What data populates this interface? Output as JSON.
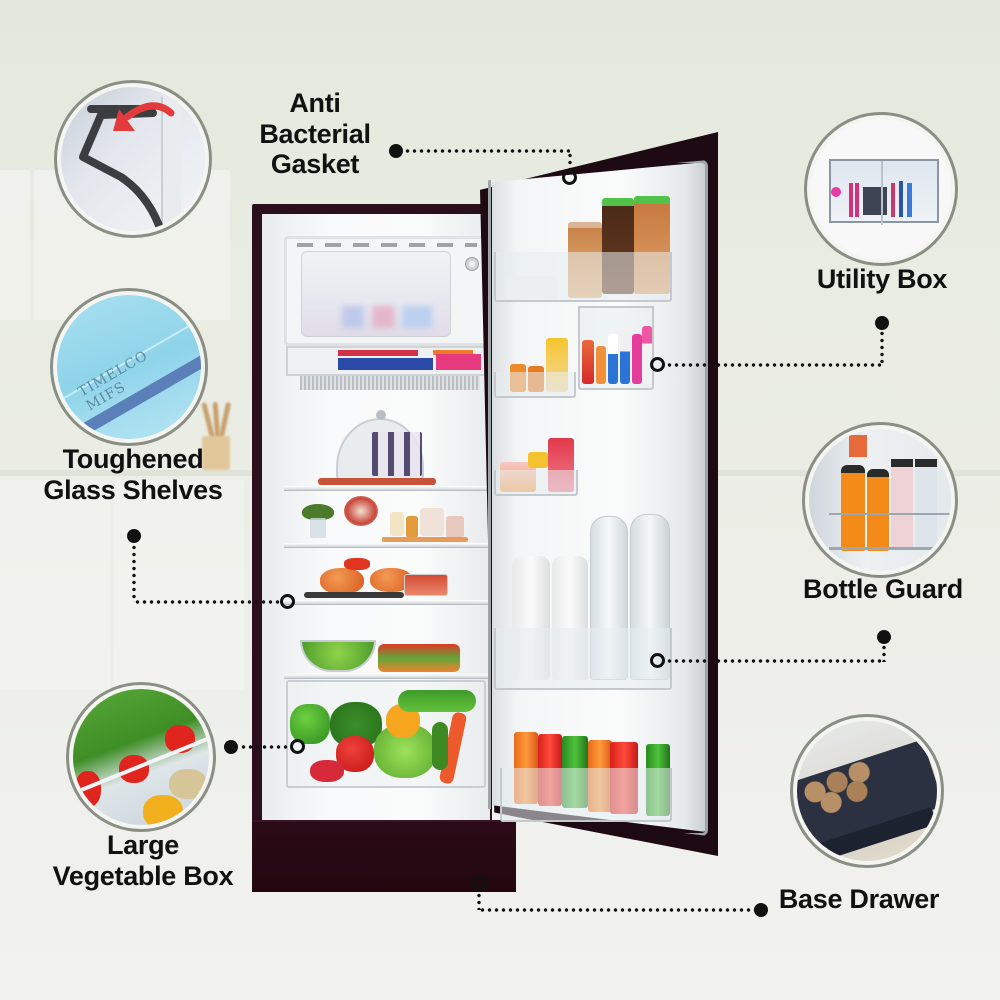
{
  "image": {
    "subject": "single-door refrigerator feature infographic",
    "palette": {
      "background": "#e8ebe2",
      "fridge_body": "#2c0f1c",
      "label_text": "#111111",
      "connector": "#111111",
      "bubble_border": "#8a8f86"
    }
  },
  "features": [
    {
      "id": "gasket",
      "label_lines": [
        "Anti",
        "Bacterial",
        "Gasket"
      ],
      "icon": "gasket-closeup-with-red-arrow"
    },
    {
      "id": "glass_shelves",
      "label_lines": [
        "Toughened",
        "Glass Shelves"
      ],
      "icon": "glass-shelf-closeup"
    },
    {
      "id": "vegetable_box",
      "label_lines": [
        "Large",
        "Vegetable Box"
      ],
      "icon": "vegetable-crisper-closeup"
    },
    {
      "id": "utility_box",
      "label_lines": [
        "Utility Box"
      ],
      "icon": "utility-box-closeup"
    },
    {
      "id": "bottle_guard",
      "label_lines": [
        "Bottle Guard"
      ],
      "icon": "bottle-guard-closeup"
    },
    {
      "id": "base_drawer",
      "label_lines": [
        "Base Drawer"
      ],
      "icon": "base-drawer-closeup"
    }
  ],
  "glass_shelf_etching": "TIMELCO MIFS"
}
